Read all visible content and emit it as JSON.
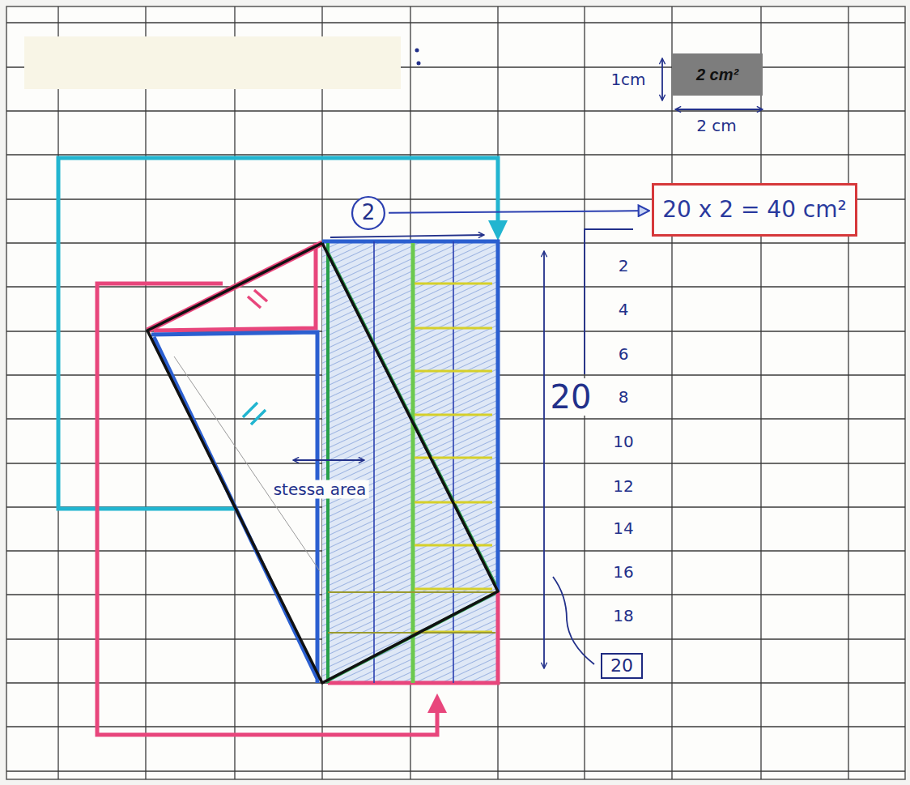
{
  "diagram": {
    "nodes": [
      {
        "text": [
          "2 cm²"
        ]
      },
      {
        "text": [
          "2"
        ]
      },
      {
        "text": [
          "20 x 2 = 40 cm²"
        ]
      },
      {
        "text": [
          "20"
        ]
      }
    ],
    "edges": [
      {
        "from": 1,
        "to": 2,
        "arrow": "to"
      }
    ],
    "labels": [
      "1cm",
      "2 cm",
      "stessa area",
      "20",
      "2",
      "4",
      "6",
      "8",
      "10",
      "12",
      "14",
      "16",
      "18"
    ]
  }
}
